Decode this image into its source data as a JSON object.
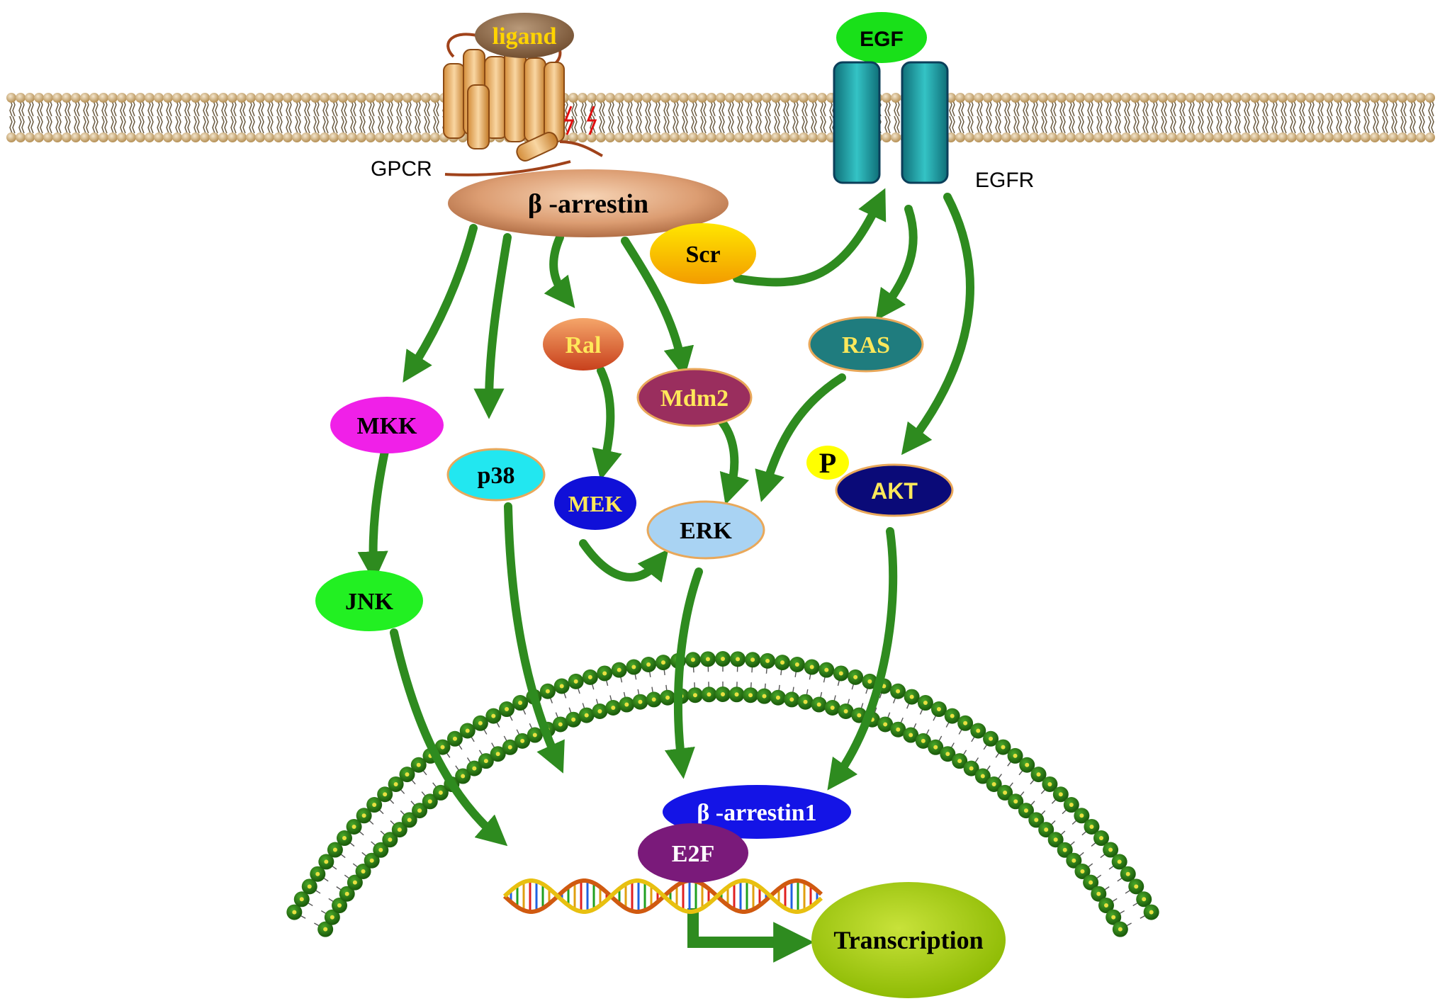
{
  "labels": {
    "ligand": "ligand",
    "gpcr": "GPCR",
    "egf": "EGF",
    "egfr": "EGFR",
    "beta_arrestin": "β -arrestin",
    "scr": "Scr",
    "ral": "Ral",
    "mdm2": "Mdm2",
    "ras": "RAS",
    "mkk": "MKK",
    "p38": "p38",
    "mek": "MEK",
    "erk": "ERK",
    "p": "P",
    "akt": "AKT",
    "jnk": "JNK",
    "beta_arrestin1": "β -arrestin1",
    "e2f": "E2F",
    "transcription": "Transcription"
  },
  "colors": {
    "arrow": "#2e8b1f",
    "membrane_head": "#d2b48c",
    "nuclear_head": "#2a7a12",
    "egfr": "#1aa3a8"
  }
}
